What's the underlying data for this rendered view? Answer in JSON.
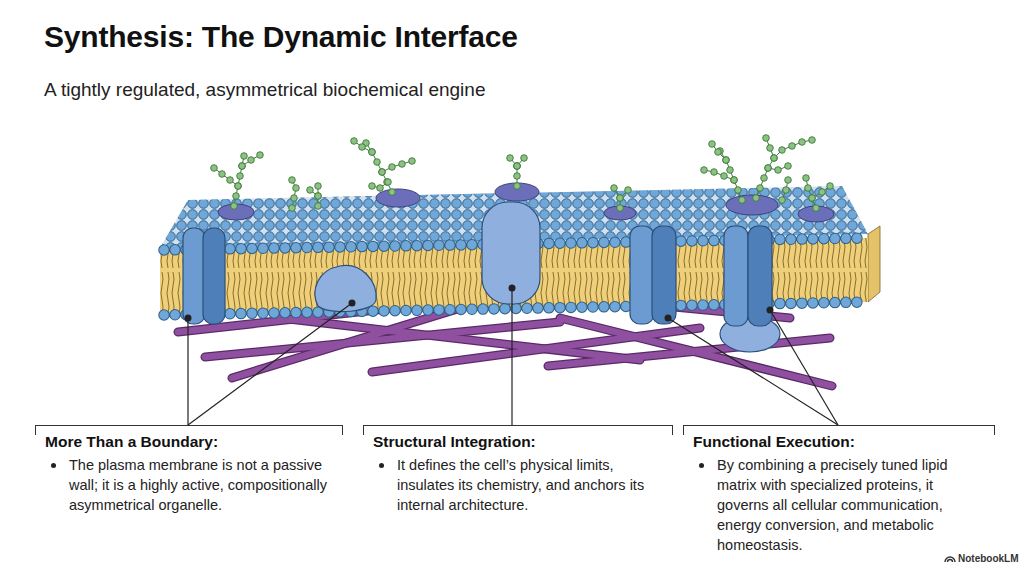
{
  "diagram": {
    "title": "Synthesis: The Dynamic Interface",
    "nodes": [
      {
        "text": [
          "More Than a Boundary:",
          "The plasma membrane is not a passive wall; it is a highly active, compositionally asymmetrical organelle."
        ]
      },
      {
        "text": [
          "Structural Integration:",
          "It defines the cell’s physical limits, insulates its chemistry, and anchors its internal architecture."
        ]
      },
      {
        "text": [
          "Functional Execution:",
          "By combining a precisely tuned lipid matrix with specialized proteins, it governs all cellular communication, energy conversion, and metabolic homeostasis."
        ]
      }
    ],
    "labels": [
      "A tightly regulated, asymmetrical biochemical engine",
      "NotebookLM"
    ]
  }
}
